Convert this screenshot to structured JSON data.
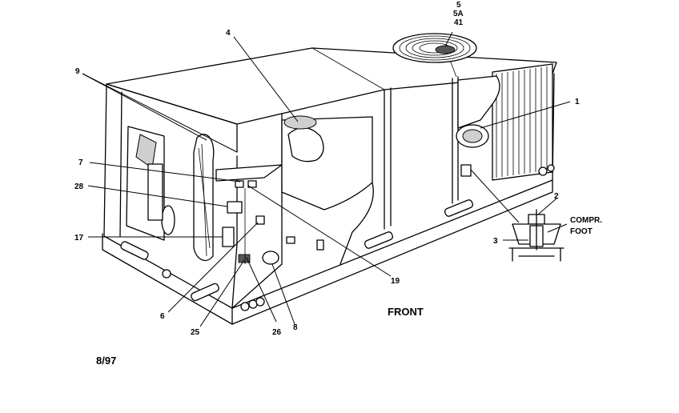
{
  "callouts": {
    "c1": "1",
    "c2": "2",
    "c3": "3",
    "c4": "4",
    "c5": "5",
    "c5a": "5A",
    "c41": "41",
    "c6": "6",
    "c7": "7",
    "c8": "8",
    "c9": "9",
    "c17": "17",
    "c19": "19",
    "c25": "25",
    "c26": "26",
    "c28": "28"
  },
  "labels": {
    "compr": "COMPR.",
    "foot": "FOOT",
    "front": "FRONT",
    "date": "8/97"
  }
}
